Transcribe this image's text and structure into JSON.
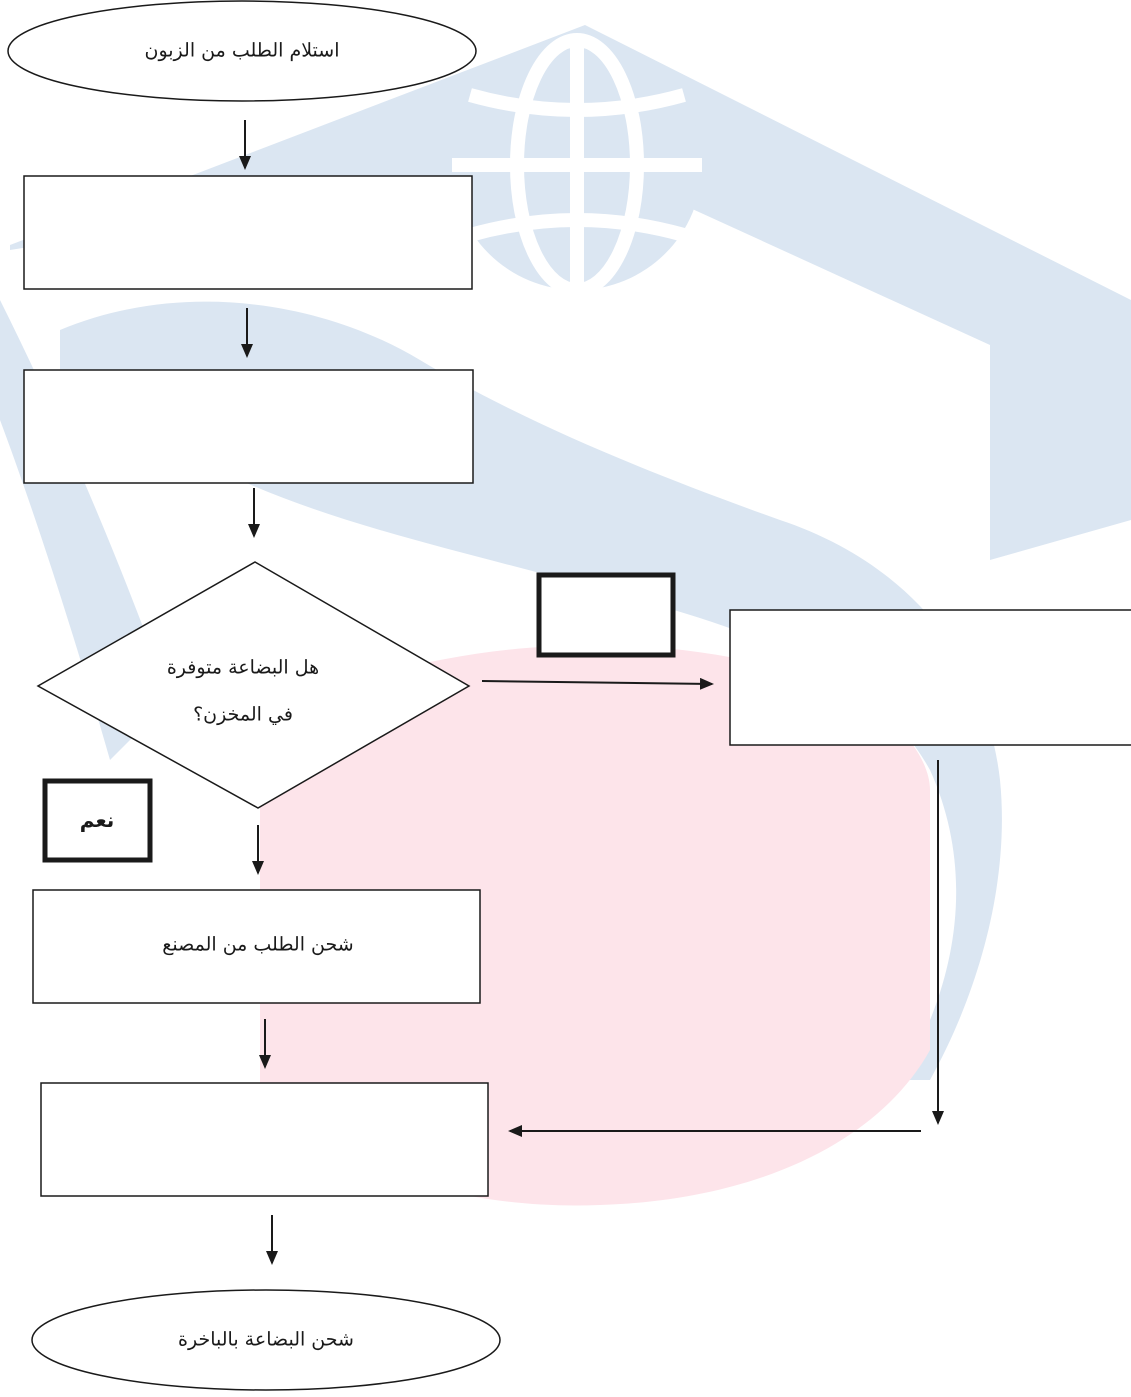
{
  "colors": {
    "watermark_blue": "#dbe6f2",
    "watermark_pink": "#fde4ea",
    "stroke": "#1a1a1a"
  },
  "watermark": {
    "icon": "globe-graduation-cap-logo"
  },
  "flowchart": {
    "start": "استلام الطلب من الزبون",
    "step_1": "",
    "step_2": "",
    "decision": {
      "line_1": "هل البضاعة متوفرة",
      "line_2": "في المخزن؟"
    },
    "no_label": "",
    "no_branch_step": "",
    "yes_label": "نعم",
    "yes_branch_step": "شحن الطلب من المصنع",
    "merge_step": "",
    "end": "شحن البضاعة بالباخرة"
  }
}
